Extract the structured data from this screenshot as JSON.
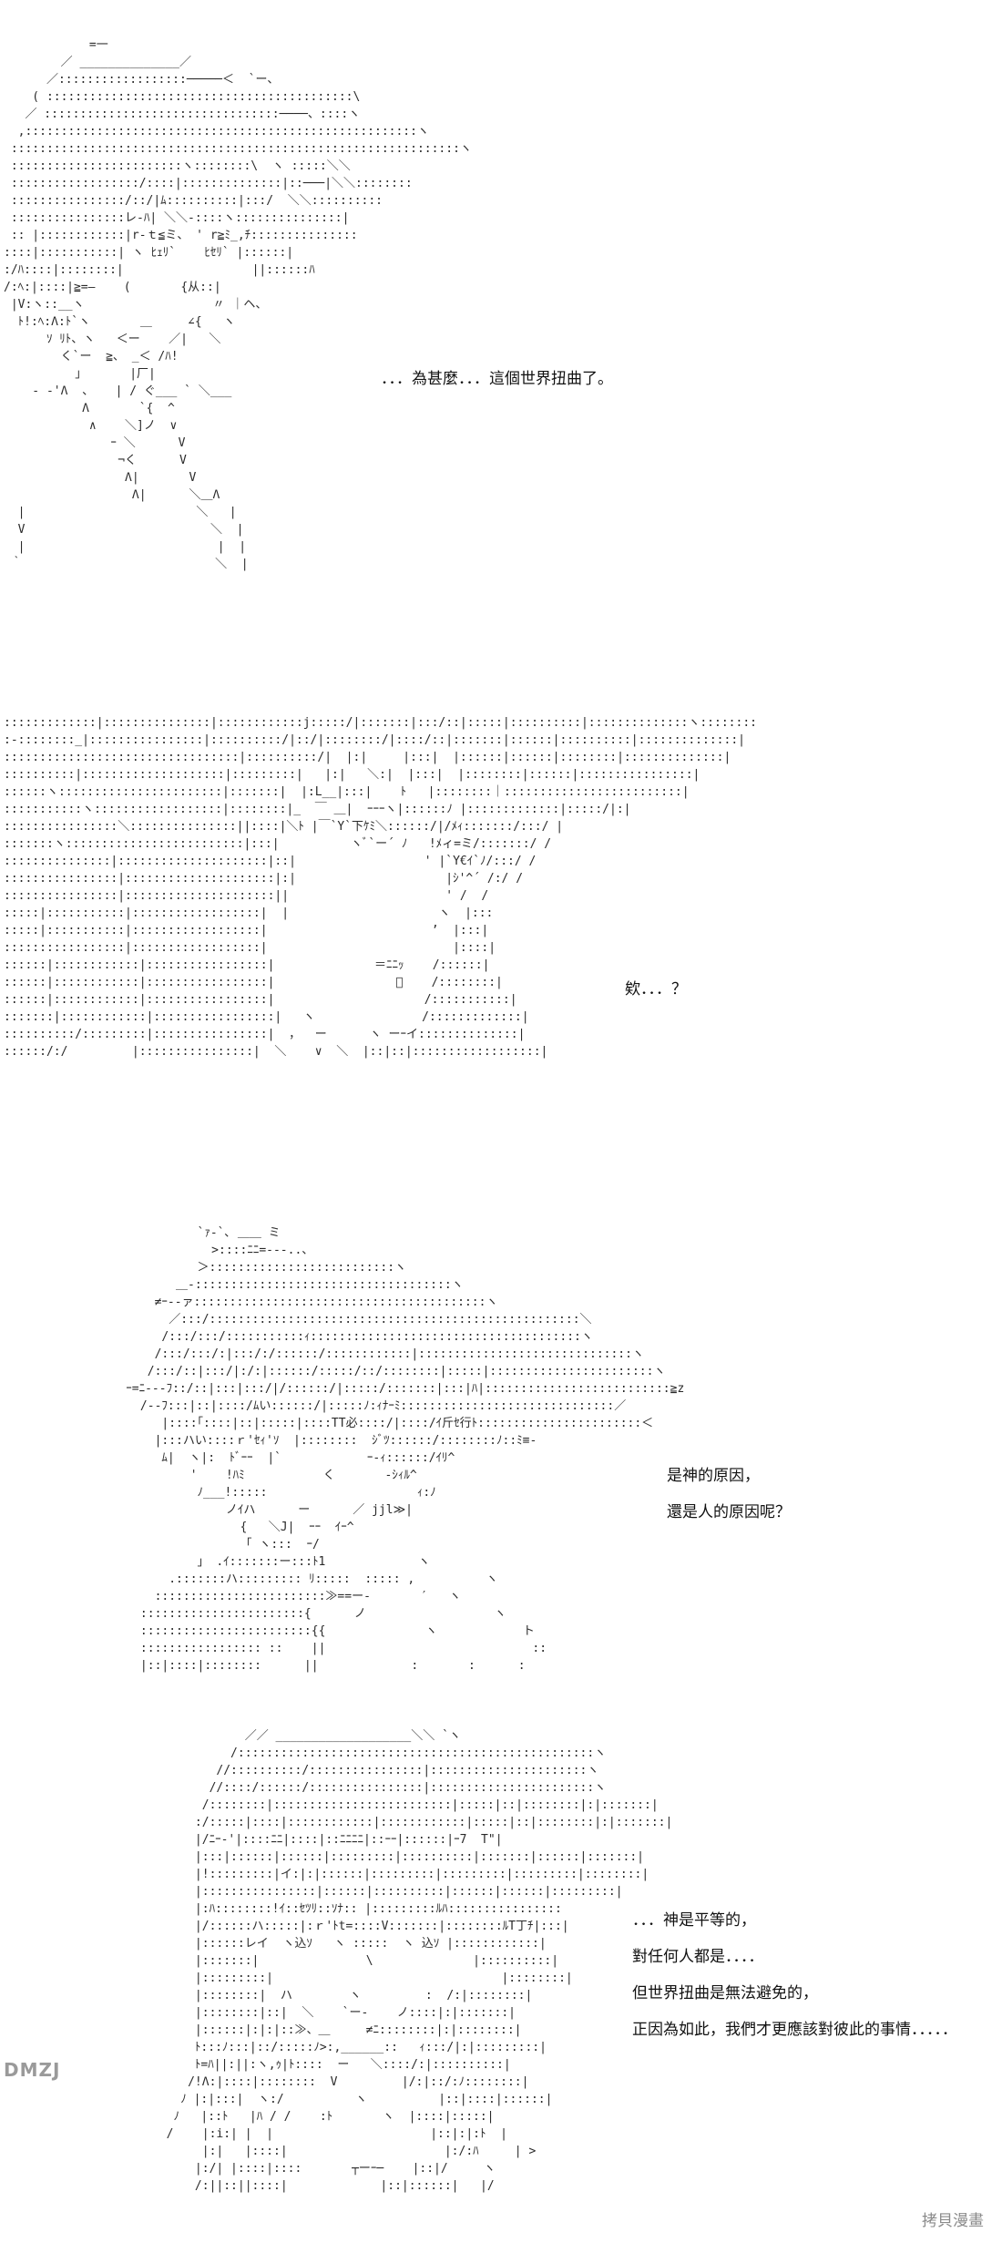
{
  "panels": [
    {
      "art": "            =一\n        ／ ______________／\n      ／::::::::::::::::::─────＜  `ー、\n    ( :::::::::::::::::::::::::::::::::::::::::::\\\n   ／ :::::::::::::::::::::::::::::::::────、::::ヽ\n  ,:::::::::::::::::::::::::::::::::::::::::::::::::::::::ヽ\n :::::::::::::::::::::::::::::::::::::::::::::::::::::::::::::::ヽ\n ::::::::::::::::::::::::ヽ::::::::\\  ヽ :::::＼＼\n ::::::::::::::::::/::::|::::::::::::::|::───|＼＼::::::::\n ::::::::::::::::/::/|ﾑ::::::::::|:::/  ＼＼::::::::::\n ::::::::::::::::レ-ﾊ| ＼＼-::::ヽ:::::::::::::::|\n :: |::::::::::::|r-ｔ≦ミ、 ' r≧ﾐ_,ﾁ:::::::::::::::\n::::|:::::::::::| ヽ ﾋｪﾘ`    ﾋｾﾘ` |::::::|\n:/ﾊ::::|::::::::|                  ||::::::ﾊ\n/:ﾍ:|::::|≧=―    (       {从::|\n |V:ヽ::__ヽ                  〃 ｜ヘ、\n  ﾄ!:ﾍ:Λ:ﾄ`ヽ       ＿     ∠{   ヽ\n      ｿ ﾘﾄ、ヽ   ＜ー    ／|   ＼\n        く`ー  ≧、 _＜ /ﾊ!\n          」      |厂|\n    ‐ ‐'Λ  、   | / ぐ___ ` ＼___\n           Λ       `{  ^\n            ∧    ＼]ノ  ∨\n               ｰ ＼      V\n                ¬く      V\n                 Λ|       V\n                  Λ|      ＼＿Λ\n  |                        ＼   |\n  V                          ＼  |\n  |                           |  |\n ｀                           ＼  |",
      "dialog": [
        "．．．為甚麼．．．這個世界扭曲了。"
      ]
    },
    {
      "art": ":::::::::::::|:::::::::::::::|::::::::::::j:::::/|:::::::|:::/::|:::::|::::::::::|::::::::::::::ヽ::::::::\n:-::::::::_|::::::::::::::::|::::::::::/|::/|::::::::/|::::/::|:::::::|::::::|::::::::::|::::::::::::::|\n:::::::::::::::::::::::::::::::::|::::::::::/|  |:|     |:::|  |::::::|::::::|::::::::|::::::::::::::|\n::::::::::|::::::::::::::::::::|:::::::::|   |:|   ＼:|  |:::|  |::::::::|::::::|::::::::::::::::|\n::::::ヽ:::::::::::::::::::::::|:::::::|  |:L__|:::|    ﾄ   |::::::::｜:::::::::::::::::::::::::|\n:::::::::::ヽ::::::::::::::::::|::::::::|_  ￣ ＿|  ｰｰｰヽ|::::::ﾉ |:::::::::::::|:::::/|:|\n::::::::::::::::＼:::::::::::::::||::::|＼ﾄ |￣`Y`下ｹﾐ＼::::::/|/ﾒｨ:::::::/:::/ |\n:::::::ヽ:::::::::::::::::::::::::|:::|          ヽﾞ`ー´ ﾉ   !ﾒィ=ミ/:::::::/ /\n:::::::::::::::|:::::::::::::::::::::|::|                  ' |`Y€ｲ`ﾉ/:::/ /\n::::::::::::::::|:::::::::::::::::::::|:|                     |ｼ'^´ /:/ /\n::::::::::::::::|:::::::::::::::::::::||                      ' /  /\n:::::|:::::::::::|::::::::::::::::::|  |                     ヽ  |:::\n:::::|:::::::::::|::::::::::::::::::|                       ’  |:::|\n:::::::::::::::::|::::::::::::::::::|                          |::::|\n::::::|::::::::::::|:::::::::::::::::|              ＝ﾆﾆｯ    /::::::|\n::::::|::::::::::::|:::::::::::::::::|                 ﾞ    /::::::::|\n::::::|::::::::::::|:::::::::::::::::|                     /:::::::::::|\n:::::::|::::::::::::|:::::::::::::::::|   ヽ               /:::::::::::::|\n::::::::::/:::::::::|::::::::::::::::|  ，  ー      ヽ ーｰイ::::::::::::::|\n::::::/:/         |::::::::::::::::|  ＼    ∨  ＼  |::|::|::::::::::::::::::|",
      "dialog": [
        "欸．．．？"
      ]
    },
    {
      "art": "                    `ｧ‐`､ ＿＿ ミ\n                      >::::ﾆﾆ=-‐-..、\n                    ＞::::::::::::::::::::::::::ヽ\n                 ＿‐::::::::::::::::::::::::::::::::::::ヽ\n              ≠ｰ--ァ:::::::::::::::::::::::::::::::::::::::::ヽ\n                ／:::/::::::::::::::::::::::::::::::::::::::::::::::::::::＼\n               /:::/:::/:::::::::::ｨ::::::::::::::::::::::::::::::::::::::ヽ\n              /:::/:::/:|:::/:/::::::/::::::::::::|::::::::::::::::::::::::::::::ヽ\n             /:::/::|:::/|:/:|::::::/:::::/::/::::::::|:::::|:::::::::::::::::::::::ヽ\n          ｰ=ﾆ---ﾌ::/::|:::|:::/|/::::::/|:::::/:::::::|:::|ﾊ|::::::::::::::::::::::::::≧z\n            /--ﾌ:::|::|::::/ﾑい::::::/|:::::ﾉ:ｨﾅｰﾐ::::::::::::::::::::::::::::::／\n               |::::｢::::|::|:::::|::::TT必::::/|::::/ｲ斤ｾ行ﾄ:::::::::::::::::::::::＜\n              |:::ハい::::ｒ'ｾｨ'ｿ  |::::::::  ｼﾞﾂ::::::/::::::::ﾉ::ﾐ≡‐\n               ﾑ|  ヽ|:  ﾄﾞｰｰ  |`            ｰ-ｨ::::::/ｲﾘ^\n                   '    !ﾊﾐ           く       -ｼｨﾙ^\n                    ﾉ___!:::::                     ｨ:ﾉ\n                        ノｲハ      ー      ／ jjl≫|\n                          {   ＼J|  ｰｰ  ｲｰ^\n                          「 ヽ:::  ｰ/\n                    」 .ｲ:::::::ー:::ﾄ1             ヽ\n                .:::::::ハ::::::::: ﾘ:::::  ::::: ,          ヽ\n              ::::::::::::::::::::::::≫==ー‐       ′   ヽ\n            :::::::::::::::::::::::{      ノ                  ヽ\n            ::::::::::::::::::::::::{{              ヽ            ト\n            ::::::::::::::::: ::    ||                             ::\n            |::|::::|::::::::      ||             :       :      :",
      "dialog": [
        "是神的原因，",
        "還是人的原因呢？"
      ]
    },
    {
      "art": "                   ／／ ___________________＼＼ `ヽ\n                 /::::::::::::::::::::::::::::::::::::::::::::::::::ヽ\n               //::::::::::/::::::::::::::::|::::::::::::::::::::::ヽ\n              //::::/::::::/::::::::::::::::|:::::::::::::::::::::::ヽ\n             /::::::::|:::::::::::::::::::::::::|:::::|::|::::::::|:|:::::::|\n            :/:::::|::::|::::::::::::|::::::::::::|:::::|::|::::::::|:|:::::::|\n            |/ﾆｰ‐'|::::ﾆﾆ|::::|::ﾆﾆﾆﾆ|::ｰｰ|::::::|ｰ7  T\"|\n            |:::|::::::|::::::|:::::::::|::::::::::|:::::::|::::::|:::::::|\n            |!:::::::::|イ:|:|::::::|:::::::::|:::::::::|:::::::::|::::::::|\n            |::::::::::::::::|::::::|::::::::::|::::::|::::::|:::::::::|\n            |:ﾊ::::::::!ｲ::ｾﾂﾘ::ｿﾅ:: |:::::::::ﾙﾊ::::::::::::::::\n            |/::::::ハ:::::|:ｒ'ﾄt=::::V:::::::|::::::::ﾙT丁ﾁ|:::|\n            |::::::レイ  ヽ込ｿ   ヽ :::::  ヽ 込ｿ |::::::::::::|\n            |:::::::|               \\              |::::::::::|\n            |:::::::::|                                |::::::::|\n            |::::::::|  ハ        ヽ         :  /:|::::::::|\n            |::::::::|::|  ＼    `ー‐    ノ::::|:|:::::::|\n            |::::::|:|:|::≫、＿     ≠ﾆ::::::::|:|::::::::|\n            ﾄ:::ﾉ:::|::/:::::ﾉ>:,______::   ｨ:::/|:|:::::::::|\n            ﾄ=ﾊ||:||:ヽ,ｩ|ﾄ::::  ー   ＼::::/:|::::::::::|\n           /!Λ:|::::|::::::::  V         |/:|::/:ﾉ::::::::|\n          ﾉ |:|:::|  ヽ:/          ヽ          |::|::::|::::::|\n         ﾉ   |::ﾄ   |ﾊ / /    :ﾄ       ヽ  |::::|:::::|\n        /    |:i:| |  |                      |::|:|:ﾄ  |\n             |:|   |::::|                      |:/:ﾊ     | >\n            |:/| |::::|::::       ┬ーｰ─    |::|/     ヽ\n            /:||::||::::|             |::|::::::|   |/",
      "dialog": [
        "．．．神是平等的，",
        "對任何人都是．．．．",
        "但世界扭曲是無法避免的，",
        "正因為如此，我們才更應該對彼此的事情．．．．．"
      ]
    }
  ],
  "watermark": "DMZJ",
  "credit": "拷貝漫畫"
}
